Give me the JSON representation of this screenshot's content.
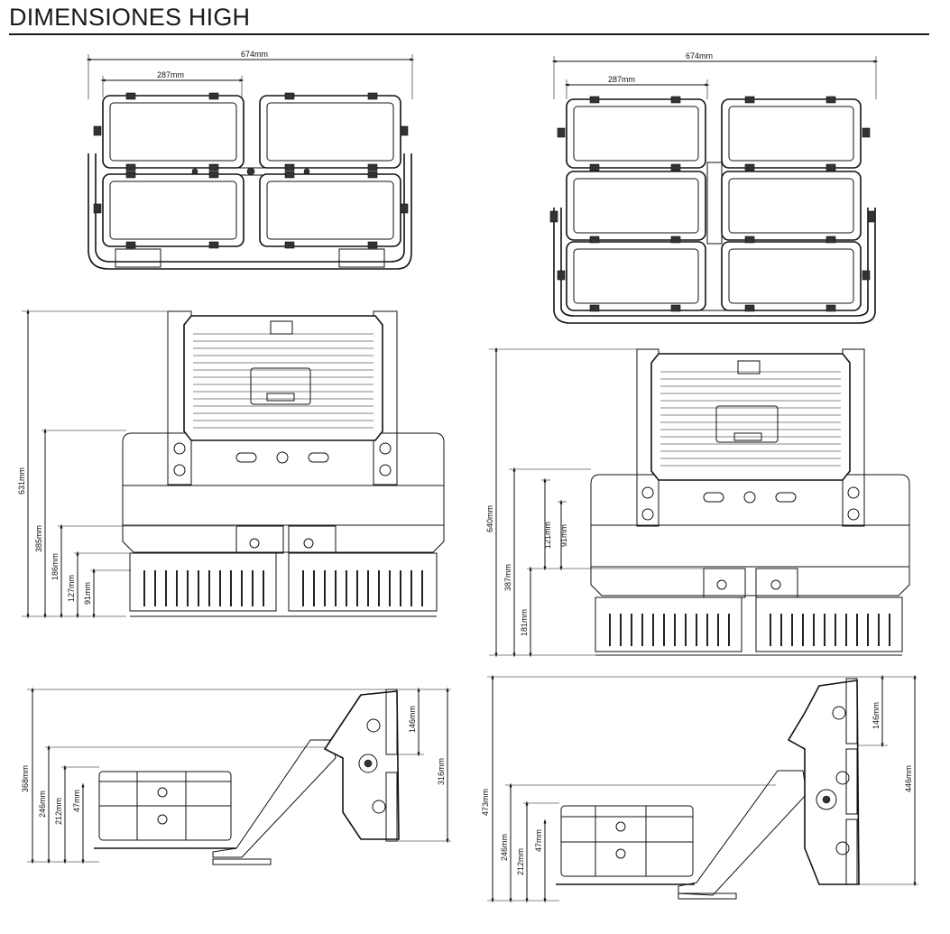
{
  "title": "DIMENSIONES HIGH",
  "views": {
    "front_4": {
      "width_total": "674mm",
      "width_module": "287mm"
    },
    "front_6": {
      "width_total": "674mm",
      "width_module": "287mm"
    },
    "rear_4": {
      "h_total": "631mm",
      "h1": "385mm",
      "h2": "186mm",
      "h3": "127mm",
      "h4": "91mm"
    },
    "rear_6": {
      "h_total": "640mm",
      "h1": "387mm",
      "h2": "181mm",
      "h3": "121mm",
      "h4": "91mm"
    },
    "side_4": {
      "h_total": "368mm",
      "h_a": "246mm",
      "h_b": "212mm",
      "h_c": "47mm",
      "h_top": "146mm",
      "h_right": "316mm"
    },
    "side_6": {
      "h_total": "473mm",
      "h_a": "246mm",
      "h_b": "212mm",
      "h_c": "47mm",
      "h_top": "146mm",
      "h_right": "446mm"
    }
  },
  "colors": {
    "line": "#111111",
    "background": "#ffffff"
  }
}
